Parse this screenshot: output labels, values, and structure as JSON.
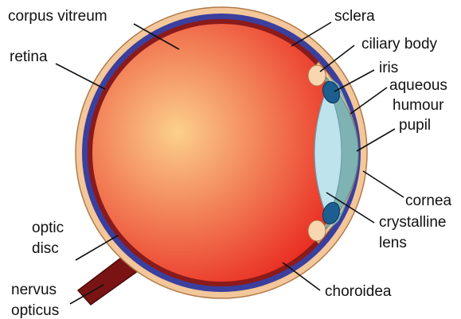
{
  "labels": {
    "corpus_vitreum": "corpus vitreum",
    "retina": "retina",
    "optic_disc_line1": "optic",
    "optic_disc_line2": "disc",
    "nervus_line1": "nervus",
    "nervus_line2": "opticus",
    "sclera": "sclera",
    "ciliary_body": "ciliary body",
    "iris": "iris",
    "aqueous_line1": "aqueous",
    "aqueous_line2": "humour",
    "pupil": "pupil",
    "cornea": "cornea",
    "lens_line1": "crystalline",
    "lens_line2": "lens",
    "choroidea": "choroidea"
  },
  "colors": {
    "sclera": "#f3c79a",
    "sclera_outline": "#b07a4a",
    "choroid": "#3b3f9e",
    "retina": "#8b1a1a",
    "vitreous_center": "#fbd08a",
    "vitreous_edge": "#e8231c",
    "lens": "#bfe3ec",
    "aqueous": "#7fb3b3",
    "iris": "#1c5e8f",
    "ciliary": "#f7d6b0",
    "nerve": "#7a1414"
  }
}
